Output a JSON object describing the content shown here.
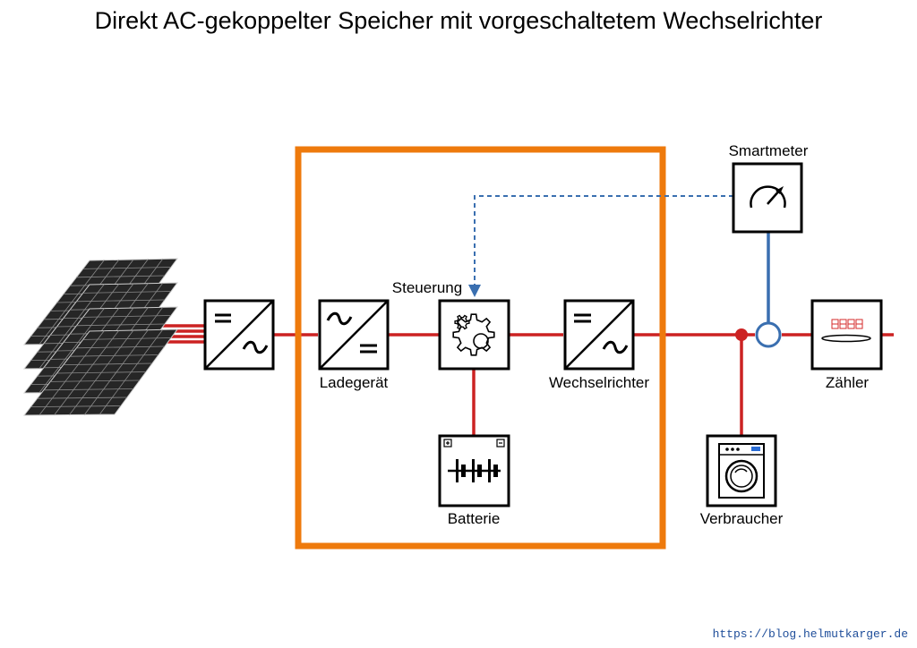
{
  "title": "Direkt AC-gekoppelter Speicher mit vorgeschaltetem Wechselrichter",
  "labels": {
    "charger": "Ladegerät",
    "control": "Steuerung",
    "inverter": "Wechselrichter",
    "battery": "Batterie",
    "smartmeter": "Smartmeter",
    "meter": "Zähler",
    "consumer": "Verbraucher"
  },
  "icons": {
    "pv": "solar-panel-icon",
    "micro_inverter": "dc-ac-inverter-icon",
    "charger": "ac-dc-charger-icon",
    "control": "gear-icon",
    "inverter": "dc-ac-inverter-icon",
    "battery": "battery-icon",
    "smartmeter": "gauge-icon",
    "meter": "electricity-meter-icon",
    "consumer": "washing-machine-icon"
  },
  "colors": {
    "power_line": "#cc2222",
    "data_line": "#3a6fb0",
    "storage_frame": "#ee7a0c",
    "meter_display": "#d42a2a"
  },
  "footer_url": "https://blog.helmutkarger.de"
}
